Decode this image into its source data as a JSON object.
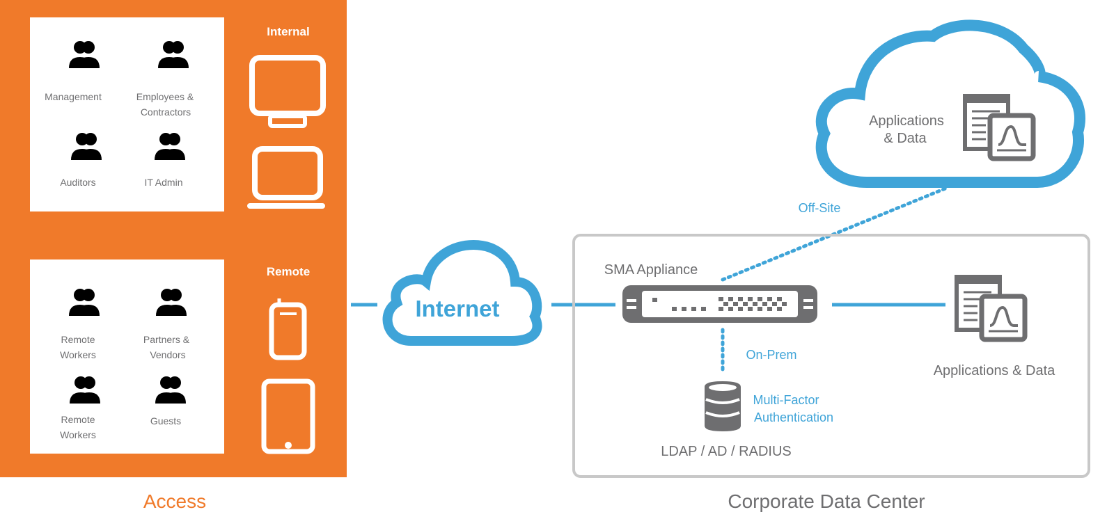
{
  "access": {
    "title": "Access",
    "internal": {
      "label": "Internal",
      "groups": [
        "Management",
        "Employees &",
        "Contractors",
        "Auditors",
        "IT Admin"
      ]
    },
    "remote": {
      "label": "Remote",
      "groups": [
        "Remote",
        "Workers",
        "Partners &",
        "Vendors",
        "Remote",
        "Workers",
        "Guests"
      ]
    }
  },
  "internet": {
    "label": "Internet"
  },
  "cloud": {
    "label_line1": "Applications",
    "label_line2": "& Data"
  },
  "offsite": {
    "label": "Off-Site"
  },
  "datacenter": {
    "title": "Corporate Data Center",
    "appliance_label": "SMA Appliance",
    "onprem_label": "On-Prem",
    "mfa_line1": "Multi-Factor",
    "mfa_line2": "Authentication",
    "ldap_label": "LDAP / AD / RADIUS",
    "apps_label": "Applications & Data"
  },
  "colors": {
    "orange": "#f07a2a",
    "blue": "#3fa4d8",
    "gray": "#6e6e70",
    "box_border": "#c8c8c8"
  }
}
